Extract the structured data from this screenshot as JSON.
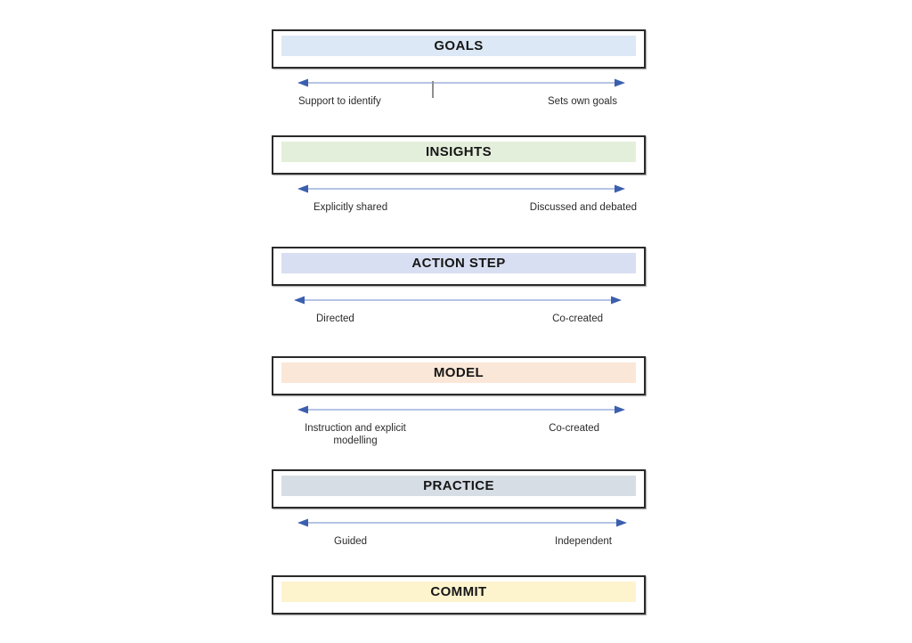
{
  "arrow": {
    "line_color": "#b5c4e5",
    "head_color": "#3b5fae",
    "tick_color": "#8f8f8f"
  },
  "sections": [
    {
      "id": "goals",
      "title": "GOALS",
      "band_color": "#dce8f5",
      "left_label": "Support to identify",
      "right_label": "Sets own goals"
    },
    {
      "id": "insights",
      "title": "INSIGHTS",
      "band_color": "#e4efdb",
      "left_label": "Explicitly shared",
      "right_label": "Discussed and debated"
    },
    {
      "id": "action-step",
      "title": "ACTION STEP",
      "band_color": "#d9dff2",
      "left_label": "Directed",
      "right_label": "Co-created"
    },
    {
      "id": "model",
      "title": "MODEL",
      "band_color": "#fbe7d7",
      "left_label": "Instruction and explicit modelling",
      "right_label": "Co-created"
    },
    {
      "id": "practice",
      "title": "PRACTICE",
      "band_color": "#d7dde5",
      "left_label": "Guided",
      "right_label": "Independent"
    },
    {
      "id": "commit",
      "title": "COMMIT",
      "band_color": "#fdf3cd"
    }
  ]
}
